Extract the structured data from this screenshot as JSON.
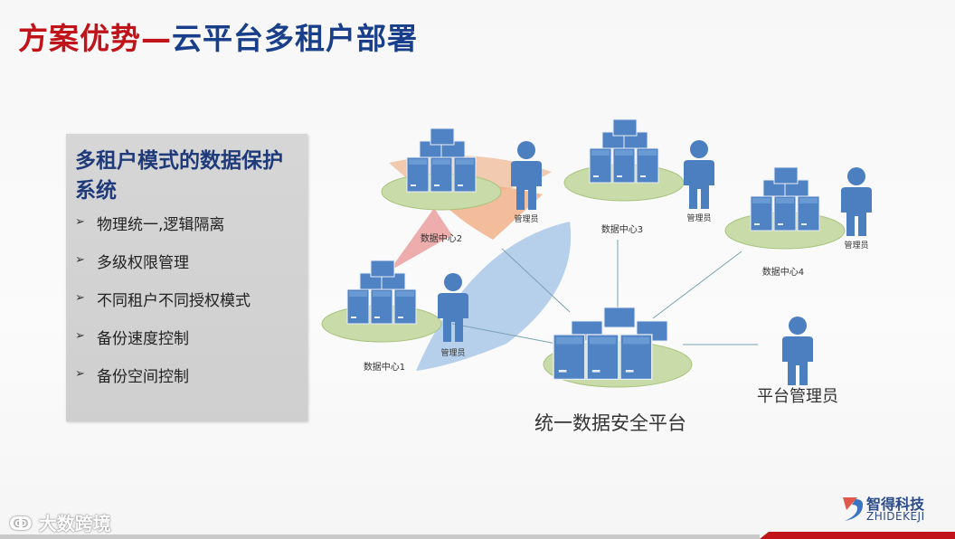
{
  "title": {
    "red": "方案优势—",
    "blue": "云平台多租户部署"
  },
  "sidebar": {
    "heading": "多租户模式的数据保护系统",
    "items": [
      {
        "label": "物理统一,逻辑隔离"
      },
      {
        "label": "多级权限管理"
      },
      {
        "label": "不同租户不同授权模式"
      },
      {
        "label": "备份速度控制"
      },
      {
        "label": "备份空间控制"
      }
    ]
  },
  "diagram": {
    "center": {
      "label": "统一数据安全平台"
    },
    "platform_admin": {
      "label": "平台管理员"
    },
    "datacenters": [
      {
        "label": "数据中心1",
        "admin": "管理员"
      },
      {
        "label": "数据中心2",
        "admin": "管理员"
      },
      {
        "label": "数据中心3",
        "admin": "管理员"
      },
      {
        "label": "数据中心4",
        "admin": "管理员"
      }
    ]
  },
  "colors": {
    "title_red": "#c0141a",
    "title_blue": "#1a3f8a",
    "server": "#4f83c4",
    "person": "#4c7fc0",
    "pad": "#c8dba8"
  },
  "watermark": "大数跨境",
  "brand": {
    "name": "智得科技",
    "sub": "ZHIDEKEJI"
  }
}
